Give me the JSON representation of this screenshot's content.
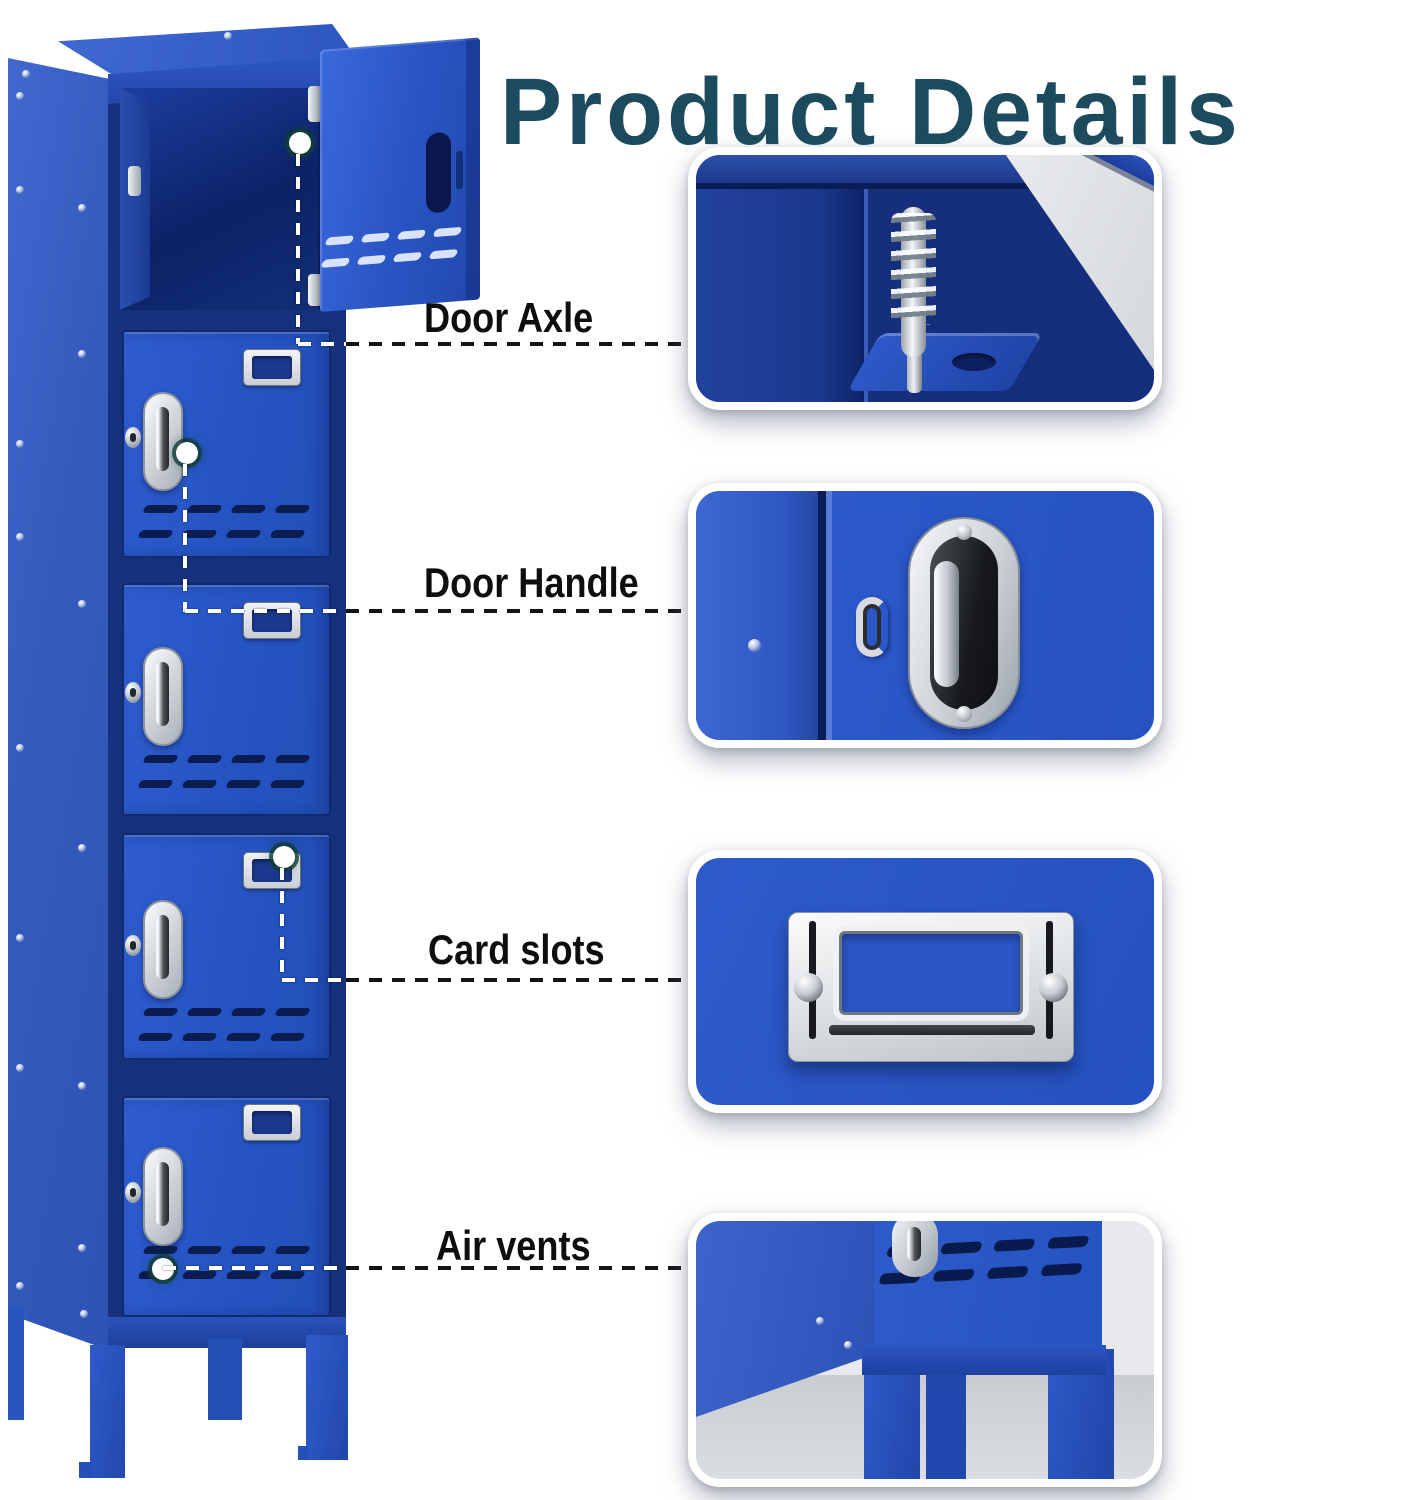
{
  "title": "Product Details",
  "callouts": [
    {
      "id": "door-axle",
      "label": "Door Axle"
    },
    {
      "id": "door-handle",
      "label": "Door Handle"
    },
    {
      "id": "card-slots",
      "label": "Card slots"
    },
    {
      "id": "air-vents",
      "label": "Air vents"
    }
  ],
  "details": [
    {
      "id": "door-axle-photo",
      "shows": "spring-loaded door axle close-up"
    },
    {
      "id": "door-handle-photo",
      "shows": "recessed chrome door handle close-up"
    },
    {
      "id": "card-slot-photo",
      "shows": "metal label card slot close-up"
    },
    {
      "id": "air-vents-photo",
      "shows": "air vents and legs close-up"
    }
  ],
  "colors": {
    "title": "#1d4b5e",
    "label_text": "#0e0e0e",
    "locker_blue": "#2b58c8",
    "locker_navy": "#10265f",
    "chrome": "#e9ebee",
    "leader_line_dark": "#141414",
    "leader_line_light": "#ffffff"
  }
}
